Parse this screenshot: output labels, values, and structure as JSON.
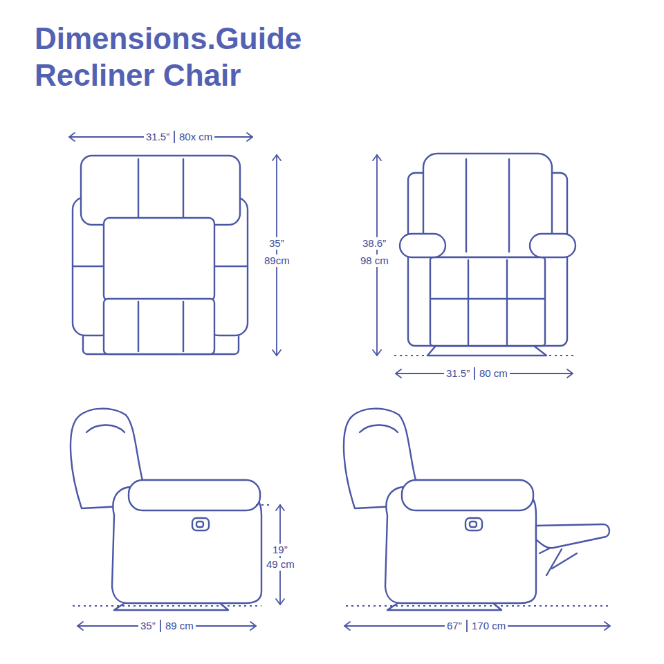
{
  "diagram": {
    "title": "Dimensions.Guide Recliner Chair",
    "labels": [
      "31.5”",
      "80x cm",
      "35”",
      "89cm",
      "38.6”",
      "98 cm",
      "31.5”",
      "80 cm",
      "19”",
      "49 cm",
      "35”",
      "89 cm",
      "67”",
      "170 cm"
    ]
  }
}
